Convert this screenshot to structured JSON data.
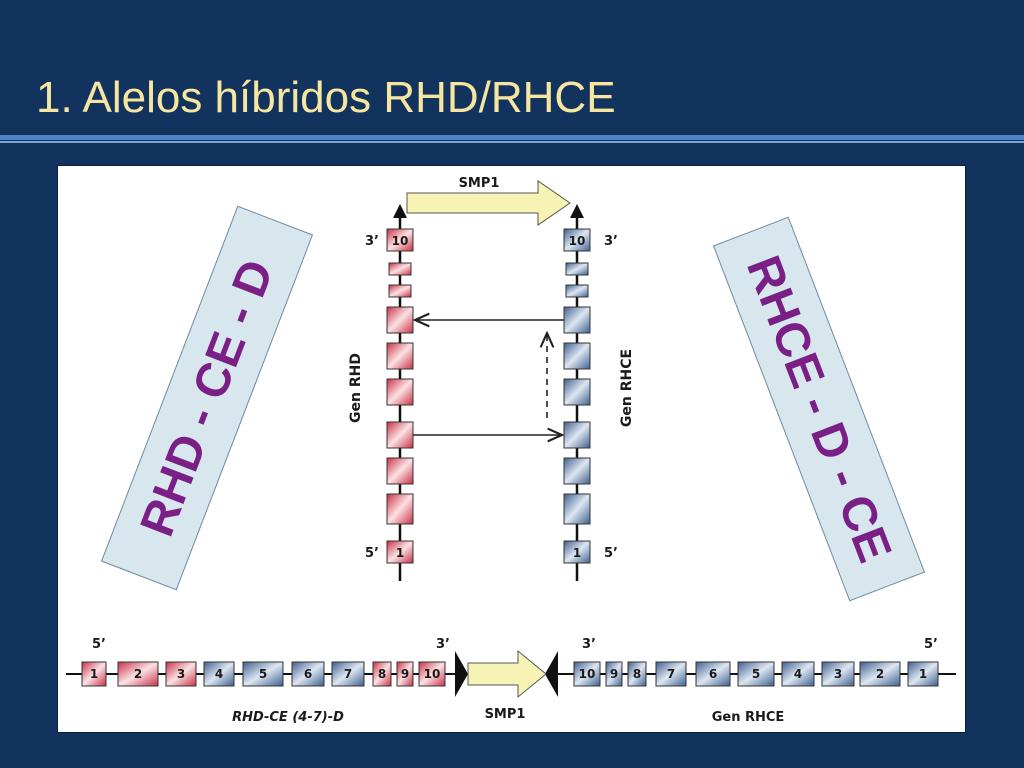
{
  "slide": {
    "title": "1. Alelos híbridos RHD/RHCE"
  },
  "labels": {
    "left_hybrid": "RHD - CE - D",
    "right_hybrid": "RHCE - D - CE",
    "smp1_top": "SMP1",
    "smp1_bottom": "SMP1",
    "prime3": "3’",
    "prime5": "5’",
    "gen_rhd": "Gen RHD",
    "gen_rhce": "Gen RHCE",
    "bottom_left_caption": "RHD-CE (4-7)-D",
    "bottom_right_caption": "Gen RHCE"
  },
  "vertical_genes": {
    "rhd_top_exon": "10",
    "rhd_bottom_exon": "1",
    "rhce_top_exon": "10",
    "rhce_bottom_exon": "1"
  },
  "bottom_row": {
    "left_exons": [
      "1",
      "2",
      "3",
      "4",
      "5",
      "6",
      "7",
      "8",
      "9",
      "10"
    ],
    "right_exons": [
      "10",
      "9",
      "8",
      "7",
      "6",
      "5",
      "4",
      "3",
      "2",
      "1"
    ]
  },
  "colors": {
    "rhd_red": "#d9465a",
    "rhce_blue": "#4f6f9e",
    "arrow_yellow": "#f7f3b4",
    "label_purple": "#7a1f86",
    "label_box": "#d8e6ee"
  }
}
